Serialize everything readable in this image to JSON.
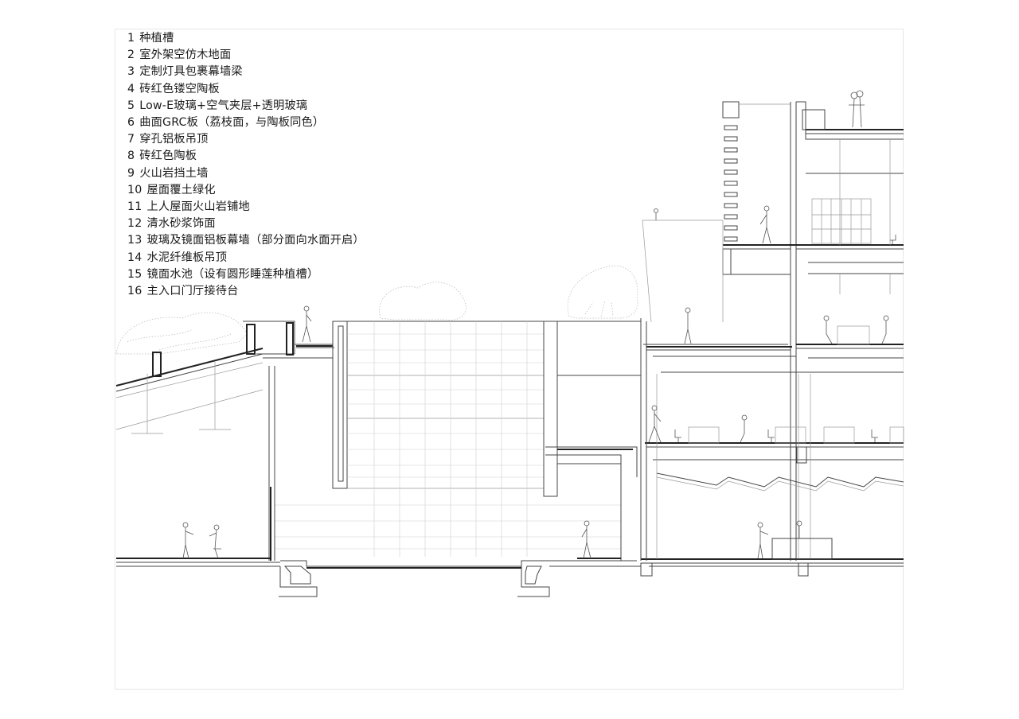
{
  "drawing": {
    "type": "architectural-section",
    "legend": [
      {
        "num": "1",
        "label": "种植槽"
      },
      {
        "num": "2",
        "label": "室外架空仿木地面"
      },
      {
        "num": "3",
        "label": "定制灯具包裹幕墙梁"
      },
      {
        "num": "4",
        "label": "砖红色镂空陶板"
      },
      {
        "num": "5",
        "label": "Low-E玻璃+空气夹层+透明玻璃"
      },
      {
        "num": "6",
        "label": "曲面GRC板（荔枝面，与陶板同色）"
      },
      {
        "num": "7",
        "label": "穿孔铝板吊顶"
      },
      {
        "num": "8",
        "label": "砖红色陶板"
      },
      {
        "num": "9",
        "label": "火山岩挡土墙"
      },
      {
        "num": "10",
        "label": "屋面覆土绿化"
      },
      {
        "num": "11",
        "label": "上人屋面火山岩铺地"
      },
      {
        "num": "12",
        "label": "清水砂浆饰面"
      },
      {
        "num": "13",
        "label": "玻璃及镜面铝板幕墙（部分面向水面开启）"
      },
      {
        "num": "14",
        "label": "水泥纤维板吊顶"
      },
      {
        "num": "15",
        "label": "镜面水池（设有圆形睡莲种植槽）"
      },
      {
        "num": "16",
        "label": "主入口门厅接待台"
      }
    ],
    "colors": {
      "line": "#444444",
      "thin_line": "#999999",
      "faint_line": "#cfcfcf",
      "text": "#1a1a1a",
      "frame": "#e6e6e6",
      "background": "#ffffff"
    }
  }
}
